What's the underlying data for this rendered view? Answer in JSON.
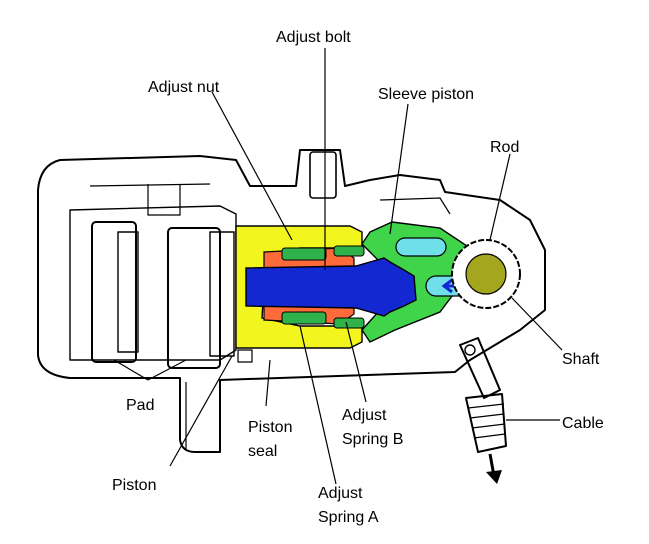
{
  "labels": {
    "adjust_bolt": "Adjust bolt",
    "adjust_nut": "Adjust nut",
    "sleeve_piston": "Sleeve piston",
    "rod": "Rod",
    "shaft": "Shaft",
    "pad": "Pad",
    "piston": "Piston",
    "piston_seal_1": "Piston",
    "piston_seal_2": "seal",
    "adjust_spring_b_1": "Adjust",
    "adjust_spring_b_2": "Spring B",
    "adjust_spring_a_1": "Adjust",
    "adjust_spring_a_2": "Spring A",
    "cable": "Cable"
  },
  "colors": {
    "piston_fill": "#f2f51e",
    "sleeve_piston_fill": "#3fd44a",
    "adjust_bolt_fill": "#1428d2",
    "adjust_nut_fill": "#ff6a3a",
    "spring_fill": "#2fb24a",
    "rod_fill": "#6fe0ea",
    "shaft_fill": "#a4a61e"
  }
}
